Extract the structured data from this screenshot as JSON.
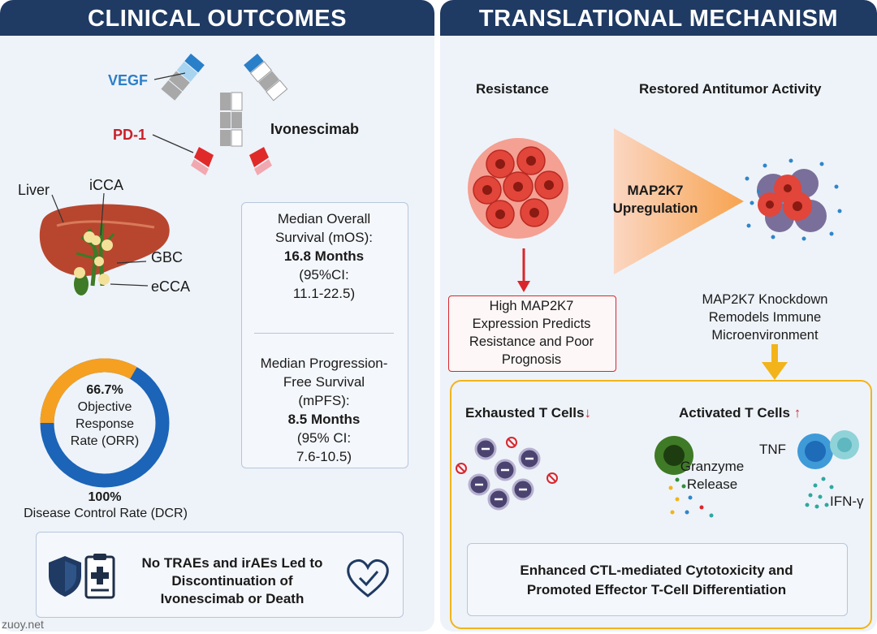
{
  "left_panel": {
    "title": "CLINICAL OUTCOMES",
    "antibody": {
      "vegf_label": "VEGF",
      "pd1_label": "PD-1",
      "drug_label": "Ivonescimab"
    },
    "anatomy": {
      "liver_label": "Liver",
      "icca_label": "iCCA",
      "gbc_label": "GBC",
      "ecca_label": "eCCA"
    },
    "orr": {
      "value": "66.7%",
      "line1": "Objective",
      "line2": "Response",
      "line3": "Rate (ORR)",
      "orr_fraction": 0.667,
      "ring_color": "#1b64b8",
      "orr_color": "#f5a021"
    },
    "dcr": {
      "value": "100%",
      "label": "Disease Control Rate (DCR)"
    },
    "mos": {
      "line1": "Median Overall",
      "line2": "Survival (mOS):",
      "value": "16.8 Months",
      "ci1": "(95%CI:",
      "ci2": "11.1-22.5)"
    },
    "mpfs": {
      "line1": "Median Progression-",
      "line2": "Free Survival",
      "line3": "(mPFS):",
      "value": "8.5 Months",
      "ci1": "(95% CI:",
      "ci2": "7.6-10.5)"
    },
    "safety": {
      "line1": "No TRAEs and irAEs Led to",
      "line2": "Discontinuation of",
      "line3": "Ivonescimab or Death",
      "icons": [
        "shield-icon",
        "clipboard-medical-icon",
        "heart-check-icon"
      ]
    }
  },
  "right_panel": {
    "title": "TRANSLATIONAL MECHANISM",
    "resistance_label": "Resistance",
    "restored_label": "Restored Antitumor Activity",
    "map2k7_up_line1": "MAP2K7",
    "map2k7_up_line2": "Upregulation",
    "high_expr": {
      "line1": "High MAP2K7",
      "line2": "Expression Predicts",
      "line3": "Resistance and Poor",
      "line4": "Prognosis"
    },
    "knockdown": {
      "line1": "MAP2K7 Knockdown",
      "line2": "Remodels Immune",
      "line3": "Microenvironment"
    },
    "exhausted": {
      "label": "Exhausted T Cells",
      "arrow": "↓"
    },
    "activated": {
      "label": "Activated T Cells",
      "arrow": "↑"
    },
    "granzyme_line1": "Granzyme",
    "granzyme_line2": "Release",
    "tnf_label": "TNF",
    "ifn_label": "IFN-γ",
    "conclusion_line1": "Enhanced CTL-mediated Cytotoxicity and",
    "conclusion_line2": "Promoted Effector T-Cell Differentiation",
    "colors": {
      "accent_yellow": "#f2b41a",
      "accent_red": "#d9262c",
      "navy": "#1f3a63"
    }
  },
  "watermark": "zuoy.net"
}
